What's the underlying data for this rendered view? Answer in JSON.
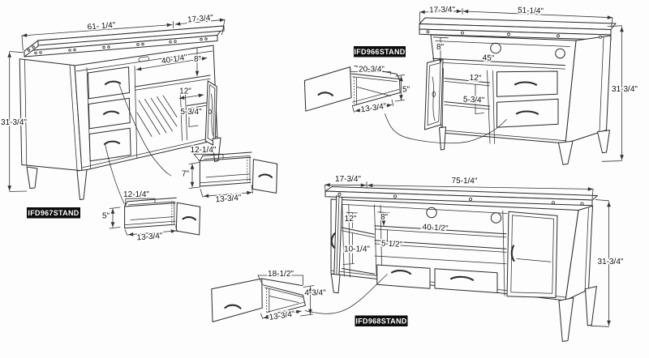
{
  "stands": {
    "ifd967": {
      "model": "IFD967STAND",
      "top_width": "61- 1/4\"",
      "top_depth": "17-3/4\"",
      "height": "31-3/4\"",
      "shelf_width": "40-1/4\"",
      "top_opening_height": "8\"",
      "right_opening_width": "12\"",
      "shelf_gap": "5-3/4\""
    },
    "ifd966": {
      "model": "IFD966STAND",
      "top_depth": "17-3/4\"",
      "top_width": "51-1/4\"",
      "height": "31-3/4\"",
      "top_opening_height": "8\"",
      "shelf_width": "45\"",
      "left_opening_width": "12\"",
      "shelf_gap": "5-3/4\""
    },
    "ifd968": {
      "model": "IFD968STAND",
      "top_depth": "17-3/4\"",
      "top_width": "75-1/4\"",
      "height": "31-3/4\"",
      "left_opening_height": "12\"",
      "top_opening_height": "8\"",
      "shelf_width": "40-1/2\"",
      "shelf_gap": "5-1/2\"",
      "left_lower_opening_height": "10-1/4\""
    }
  },
  "drawers": {
    "ifd967_small": {
      "width": "12-1/4\"",
      "height": "5\"",
      "depth": "13-3/4\""
    },
    "ifd967_large": {
      "width": "12-1/4\"",
      "height": "7\"",
      "depth": "13-3/4\""
    },
    "ifd966": {
      "width": "20-3/4\"",
      "height": "5\"",
      "depth": "13-3/4\""
    },
    "ifd968": {
      "width": "18-1/2\"",
      "height": "4-3/4\"",
      "depth": "13-3/4\""
    }
  }
}
